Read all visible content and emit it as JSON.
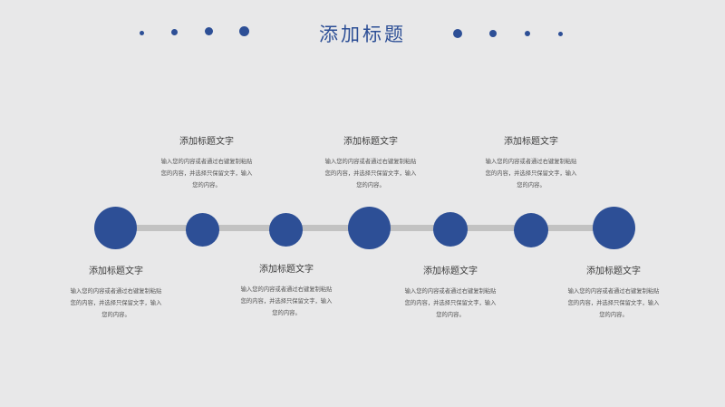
{
  "header": {
    "title": "添加标题"
  },
  "colors": {
    "accent": "#2d4f96",
    "track": "#c2c2c2",
    "background": "#e8e8e9"
  },
  "timeline": {
    "top_items": [
      {
        "title": "添加标题文字",
        "desc_lines": [
          "输入您的内容或者通过右键复制粘贴",
          "您的内容，并选择只保留文字，输入",
          "您的内容。"
        ]
      },
      {
        "title": "添加标题文字",
        "desc_lines": [
          "输入您的内容或者通过右键复制粘贴",
          "您的内容，并选择只保留文字，输入",
          "您的内容。"
        ]
      },
      {
        "title": "添加标题文字",
        "desc_lines": [
          "输入您的内容或者通过右键复制粘贴",
          "您的内容，并选择只保留文字，输入",
          "您的内容。"
        ]
      }
    ],
    "bottom_items": [
      {
        "title": "添加标题文字",
        "desc_lines": [
          "输入您的内容或者通过右键复制粘贴",
          "您的内容，并选择只保留文字，输入",
          "您的内容。"
        ]
      },
      {
        "title": "添加标题文字",
        "desc_lines": [
          "输入您的内容或者通过右键复制粘贴",
          "您的内容，并选择只保留文字，输入",
          "您的内容。"
        ]
      },
      {
        "title": "添加标题文字",
        "desc_lines": [
          "输入您的内容或者通过右键复制粘贴",
          "您的内容，并选择只保留文字，输入",
          "您的内容。"
        ]
      },
      {
        "title": "添加标题文字",
        "desc_lines": [
          "输入您的内容或者通过右键复制粘贴",
          "您的内容，并选择只保留文字，输入",
          "您的内容。"
        ]
      }
    ]
  }
}
